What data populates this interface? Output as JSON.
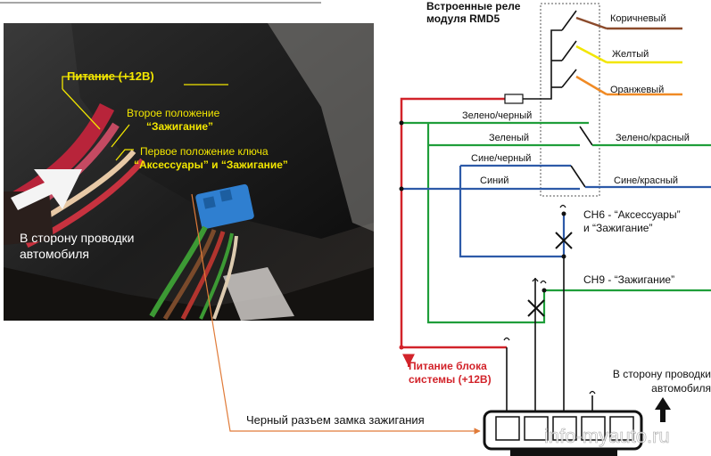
{
  "relay_title": [
    "Встроенные реле",
    "модуля RMD5"
  ],
  "photo_labels": {
    "power": "Питание (+12В)",
    "second_position": [
      "Второе положение",
      "“Зажигание”"
    ],
    "first_position": [
      "Первое положение ключа",
      "“Аксессуары” и “Зажигание”"
    ],
    "to_car_wiring": [
      "В сторону проводки",
      "автомобиля"
    ]
  },
  "output_wires": [
    {
      "label": "Коричневый",
      "color": "#8b4a2b"
    },
    {
      "label": "Желтый",
      "color": "#f2e600"
    },
    {
      "label": "Оранжевый",
      "color": "#f08a24"
    }
  ],
  "relay_wires": [
    {
      "left_label": "Зелено/черный",
      "right_label": "Зелено/красный",
      "color": "#1f9e3a"
    },
    {
      "left_label": "Зеленый",
      "right_label": "",
      "color": "#1f9e3a"
    },
    {
      "left_label": "Сине/черный",
      "right_label": "Сине/красный",
      "color": "#2d5aa8"
    },
    {
      "left_label": "Синий",
      "right_label": "",
      "color": "#2d5aa8"
    }
  ],
  "channels": {
    "ch6": [
      "CH6 - “Аксессуары”",
      "и “Зажигание”"
    ],
    "ch9": "CH9 - “Зажигание”"
  },
  "power_label": [
    "Питание блока",
    "системы (+12В)"
  ],
  "to_car_right": [
    "В сторону проводки",
    "автомобиля"
  ],
  "connector_label": "Черный разъем замка зажигания",
  "watermark": "info-myauto.ru",
  "colors": {
    "red_wire": "#d2232a",
    "green_wire": "#1f9e3a",
    "blue_wire": "#2d5aa8",
    "black_wire": "#111111",
    "callout_arrow": "#e07b39",
    "photo_label": "#f2e600"
  }
}
